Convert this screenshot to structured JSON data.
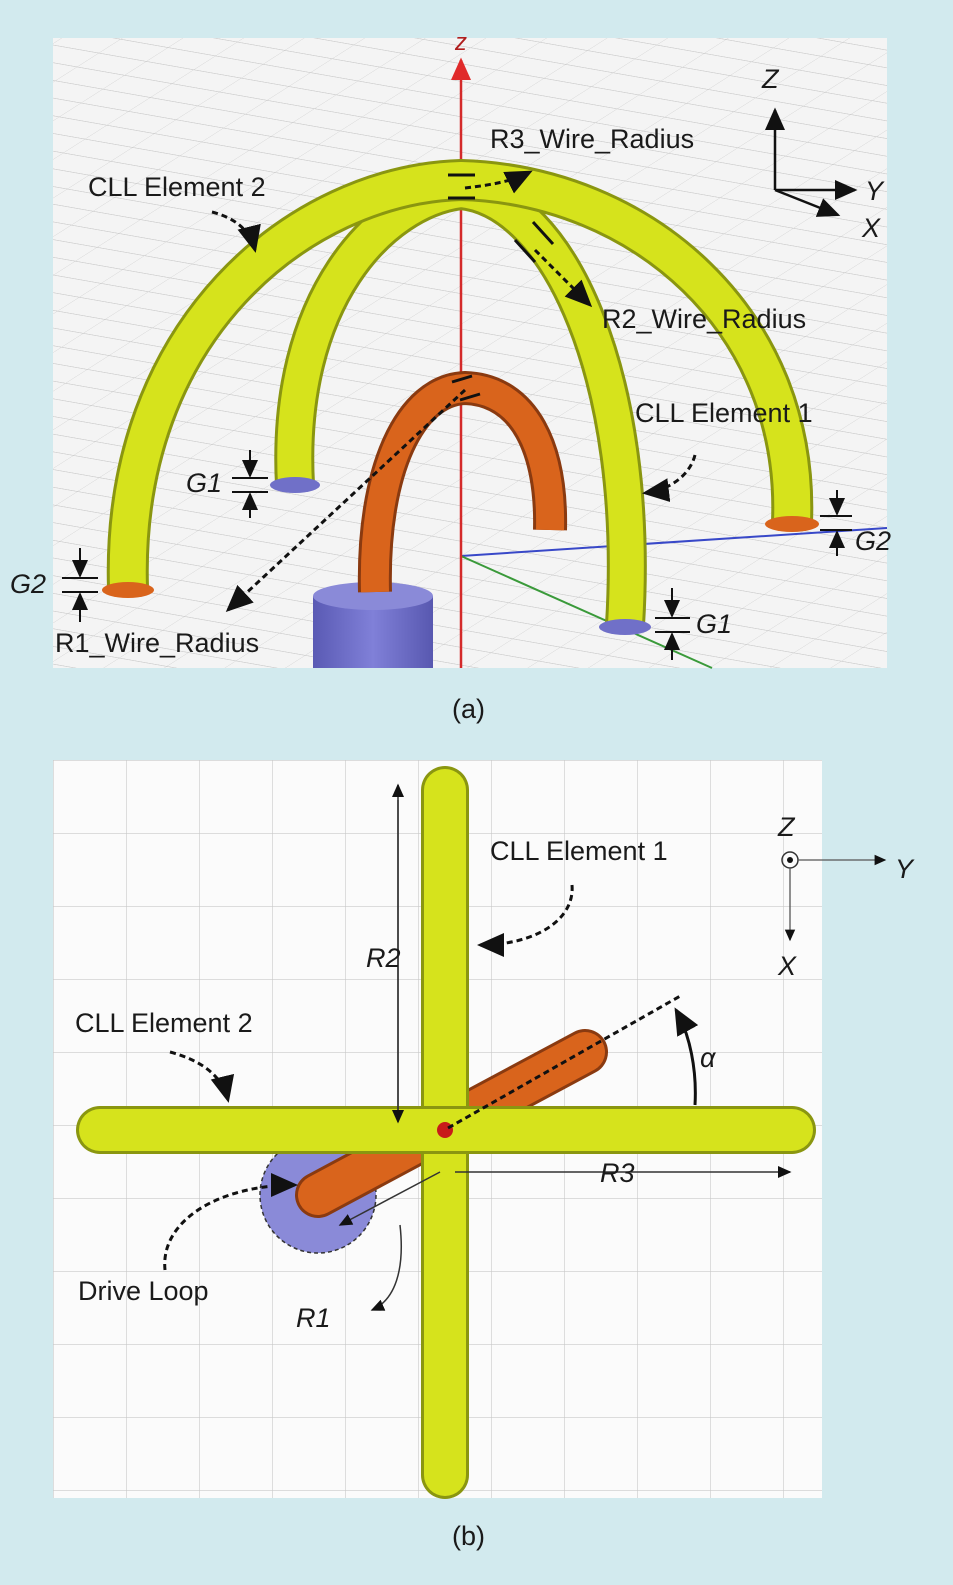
{
  "panel_a": {
    "caption": "(a)",
    "z_axis_label": "z",
    "triad": {
      "z": "Z",
      "y": "Y",
      "x": "X"
    },
    "labels": {
      "cll2": "CLL Element 2",
      "cll1": "CLL Element 1",
      "r3": "R3_Wire_Radius",
      "r2": "R2_Wire_Radius",
      "r1": "R1_Wire_Radius",
      "g1_left": "G1",
      "g1_right": "G1",
      "g2_left": "G2",
      "g2_right": "G2"
    }
  },
  "panel_b": {
    "caption": "(b)",
    "triad": {
      "z": "Z",
      "y": "Y",
      "x": "X"
    },
    "labels": {
      "cll1": "CLL Element 1",
      "cll2": "CLL Element 2",
      "drive": "Drive Loop",
      "r1": "R1",
      "r2": "R2",
      "r3": "R3",
      "alpha": "α"
    }
  },
  "colors": {
    "background": "#d2eaee",
    "cll_wire": "#d6e31c",
    "drive_loop": "#d9641c",
    "feed_cylinder": "#7070c8",
    "z_axis": "#d42a2a"
  }
}
